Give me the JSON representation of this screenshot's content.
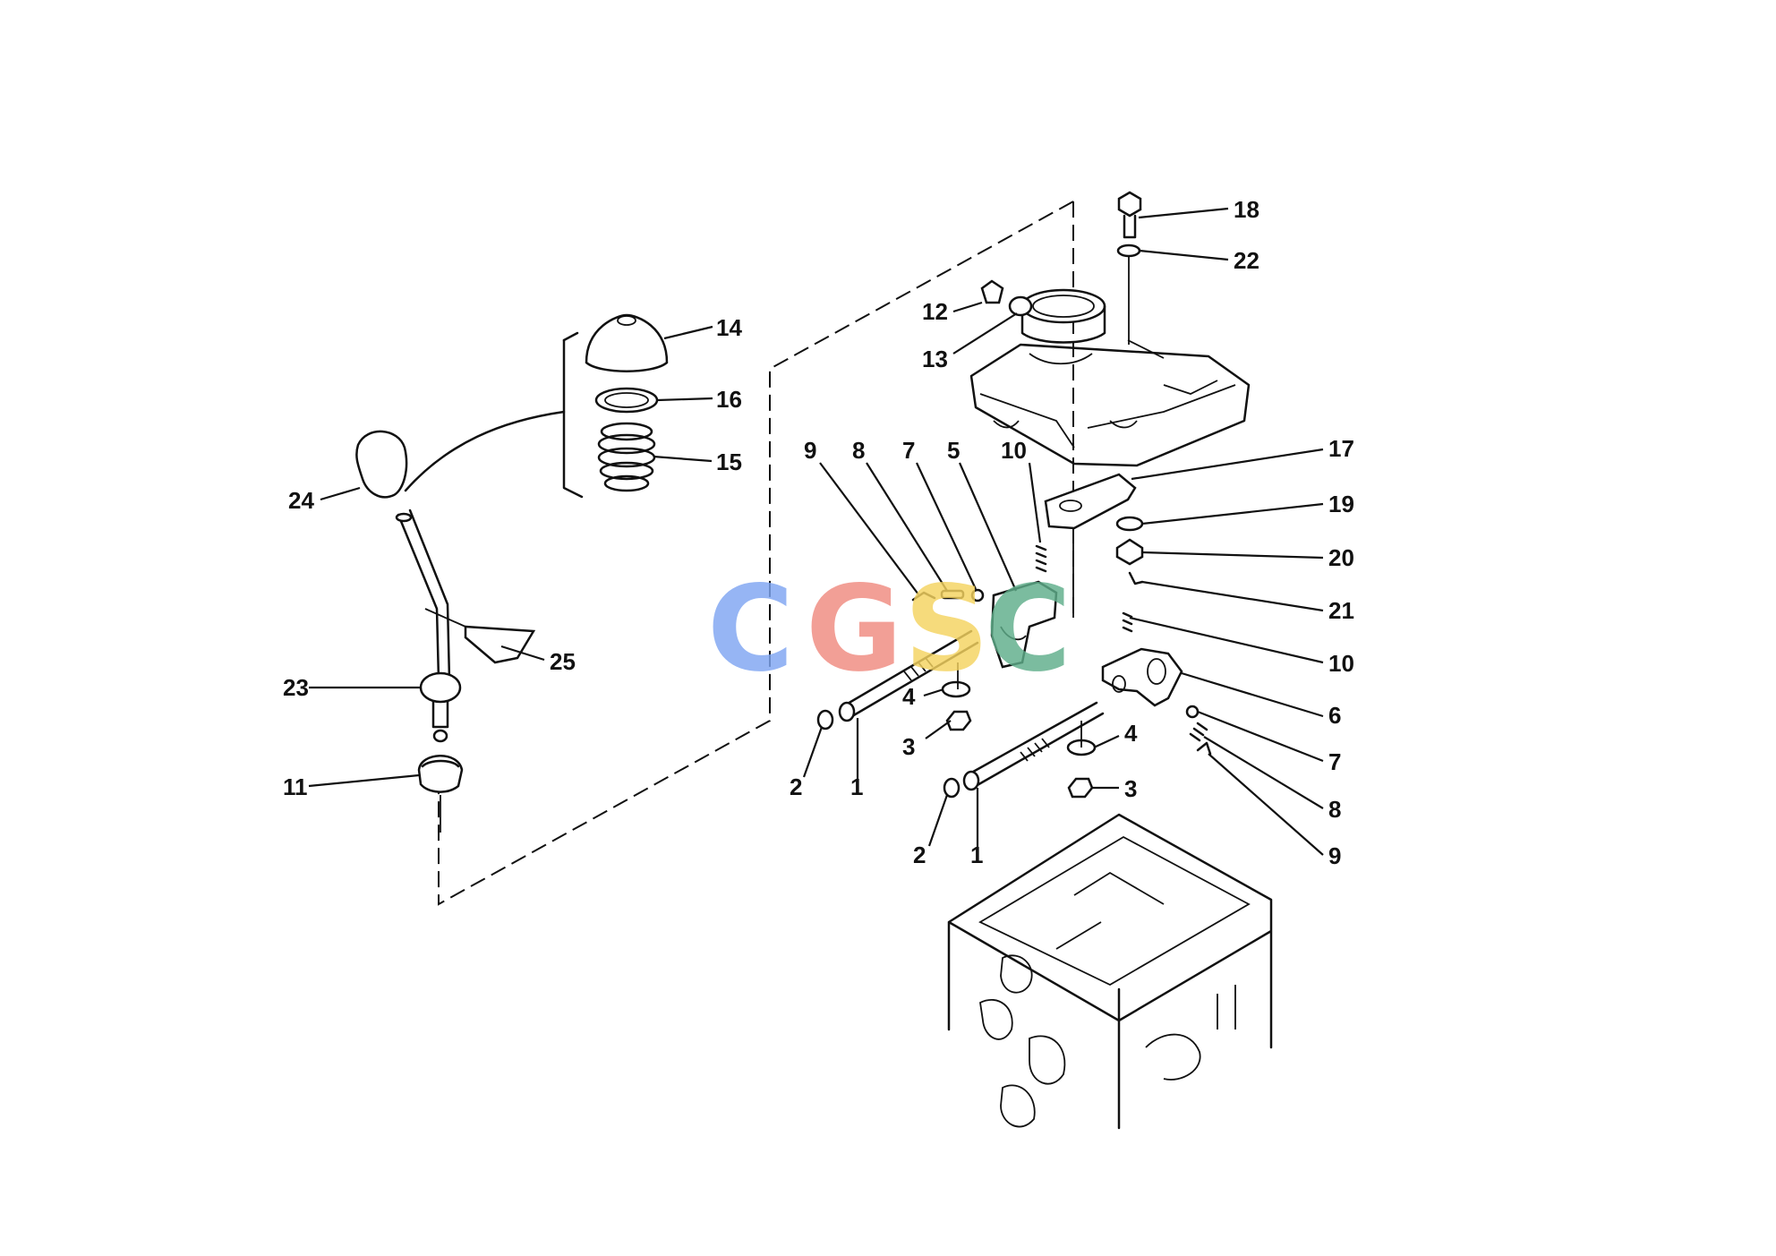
{
  "watermark": {
    "letters": [
      "C",
      "G",
      "S",
      "C"
    ],
    "colors": [
      "#7fa6f2",
      "#f08a80",
      "#f5d460",
      "#5fae8a"
    ]
  },
  "callouts": [
    {
      "id": "c18",
      "text": "18"
    },
    {
      "id": "c22",
      "text": "22"
    },
    {
      "id": "c12",
      "text": "12"
    },
    {
      "id": "c13",
      "text": "13"
    },
    {
      "id": "c14",
      "text": "14"
    },
    {
      "id": "c16",
      "text": "16"
    },
    {
      "id": "c15",
      "text": "15"
    },
    {
      "id": "c24",
      "text": "24"
    },
    {
      "id": "c25",
      "text": "25"
    },
    {
      "id": "c23",
      "text": "23"
    },
    {
      "id": "c11",
      "text": "11"
    },
    {
      "id": "c9a",
      "text": "9"
    },
    {
      "id": "c8a",
      "text": "8"
    },
    {
      "id": "c7a",
      "text": "7"
    },
    {
      "id": "c5",
      "text": "5"
    },
    {
      "id": "c10a",
      "text": "10"
    },
    {
      "id": "c17",
      "text": "17"
    },
    {
      "id": "c19",
      "text": "19"
    },
    {
      "id": "c20",
      "text": "20"
    },
    {
      "id": "c21",
      "text": "21"
    },
    {
      "id": "c10b",
      "text": "10"
    },
    {
      "id": "c6",
      "text": "6"
    },
    {
      "id": "c7b",
      "text": "7"
    },
    {
      "id": "c8b",
      "text": "8"
    },
    {
      "id": "c9b",
      "text": "9"
    },
    {
      "id": "c4a",
      "text": "4"
    },
    {
      "id": "c3a",
      "text": "3"
    },
    {
      "id": "c2a",
      "text": "2"
    },
    {
      "id": "c1a",
      "text": "1"
    },
    {
      "id": "c4b",
      "text": "4"
    },
    {
      "id": "c3b",
      "text": "3"
    },
    {
      "id": "c2b",
      "text": "2"
    },
    {
      "id": "c1b",
      "text": "1"
    }
  ]
}
